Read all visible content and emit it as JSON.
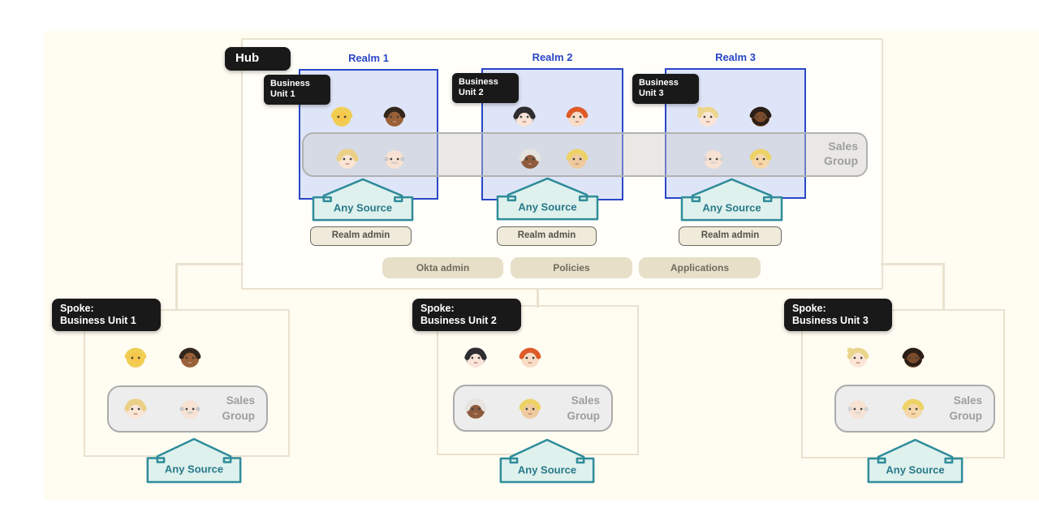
{
  "colors": {
    "canvas_bg": "#FFFCF2",
    "hub_fill": "#FFFEF9",
    "beige_line": "#EAE2CF",
    "realm_fill": "#DFE5F8",
    "realm_border_blue": "#2946C8",
    "black_label_bg": "#191919",
    "sales_band_border": "#B1B1B1",
    "sales_text_gray": "#9E9E9E",
    "any_source_teal": "#2F8C9A",
    "any_source_fill": "#DFF1ED",
    "realm_admin_fill": "#F0EADA",
    "hub_button_fill": "#E7DFC8",
    "button_text": "#6F6B5D"
  },
  "hub": {
    "label": "Hub",
    "sales_band": {
      "line1": "Sales",
      "line2": "Group"
    },
    "buttons": [
      "Okta admin",
      "Policies",
      "Applications"
    ],
    "realms": [
      {
        "title": "Realm 1",
        "unit": {
          "line1": "Business",
          "line2": "Unit 1"
        },
        "any_source": "Any Source",
        "admin": "Realm admin"
      },
      {
        "title": "Realm 2",
        "unit": {
          "line1": "Business",
          "line2": "Unit 2"
        },
        "any_source": "Any Source",
        "admin": "Realm admin"
      },
      {
        "title": "Realm 3",
        "unit": {
          "line1": "Business",
          "line2": "Unit 3"
        },
        "any_source": "Any Source",
        "admin": "Realm admin"
      }
    ]
  },
  "spokes": [
    {
      "label": {
        "line1": "Spoke:",
        "line2": "Business Unit 1"
      },
      "sales": {
        "line1": "Sales",
        "line2": "Group"
      },
      "any_source": "Any Source"
    },
    {
      "label": {
        "line1": "Spoke:",
        "line2": "Business Unit 2"
      },
      "sales": {
        "line1": "Sales",
        "line2": "Group"
      },
      "any_source": "Any Source"
    },
    {
      "label": {
        "line1": "Spoke:",
        "line2": "Business Unit 3"
      },
      "sales": {
        "line1": "Sales",
        "line2": "Group"
      },
      "any_source": "Any Source"
    }
  ],
  "groups": [
    {
      "members": [
        {
          "name": "man-blond-beard-emoji",
          "style": "beard",
          "skin": "#F7C64B",
          "hair": "#F0CE54"
        },
        {
          "name": "man-dark-skin-emoji",
          "style": "short",
          "skin": "#9A6138",
          "hair": "#33261C"
        },
        {
          "name": "woman-blonde-emoji",
          "style": "long",
          "skin": "#FBE5D6",
          "hair": "#EAD087"
        },
        {
          "name": "old-man-emoji",
          "style": "bald",
          "skin": "#F7E2D3",
          "hair": "#C9C9C9"
        }
      ]
    },
    {
      "members": [
        {
          "name": "woman-black-hair-emoji",
          "style": "long",
          "skin": "#FAE3D8",
          "hair": "#2E2D2F"
        },
        {
          "name": "person-red-hair-emoji",
          "style": "short",
          "skin": "#F8DCC6",
          "hair": "#DE5A26"
        },
        {
          "name": "old-woman-dark-skin-emoji",
          "style": "long",
          "skin": "#8E5B3C",
          "hair": "#E6E4E0"
        },
        {
          "name": "man-blond-emoji",
          "style": "short",
          "skin": "#EFCA9F",
          "hair": "#EDD266"
        }
      ]
    },
    {
      "members": [
        {
          "name": "woman-blonde-ponytail-emoji",
          "style": "ponytail",
          "skin": "#FBE5D6",
          "hair": "#EBD58C"
        },
        {
          "name": "man-dark-skin-beard-emoji",
          "style": "beard",
          "skin": "#7C4B2A",
          "hair": "#2A1E16"
        },
        {
          "name": "old-man-bald-emoji",
          "style": "bald",
          "skin": "#F7E2D3",
          "hair": "#D4D4D4"
        },
        {
          "name": "person-blond-emoji",
          "style": "short",
          "skin": "#F6D7A9",
          "hair": "#EDD266"
        }
      ]
    }
  ]
}
